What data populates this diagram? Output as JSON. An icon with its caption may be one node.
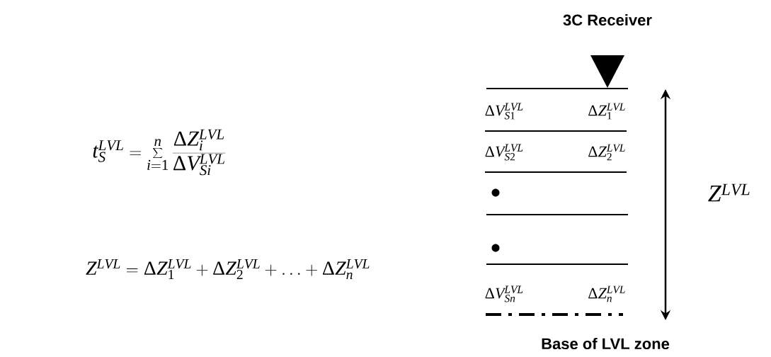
{
  "diagram": {
    "labels": [
      "3C Receiver",
      "t_S^{LVL} = \\sum_{i=1}^{n} \\frac{\\Delta Z_i^{LVL}}{\\Delta V_{Si}^{LVL}}",
      "\\Delta V_{S1}^{LVL}",
      "\\Delta Z_1^{LVL}",
      "\\Delta V_{S2}^{LVL}",
      "\\Delta Z_2^{LVL}",
      "Z^{LVL}",
      "Z^{LVL} = \\Delta Z_1^{LVL} + \\Delta Z_2^{LVL} + \\dots + \\Delta Z_n^{LVL}",
      "\\Delta V_{Sn}^{LVL}",
      "\\Delta Z_n^{LVL}",
      "Base of LVL zone"
    ]
  }
}
